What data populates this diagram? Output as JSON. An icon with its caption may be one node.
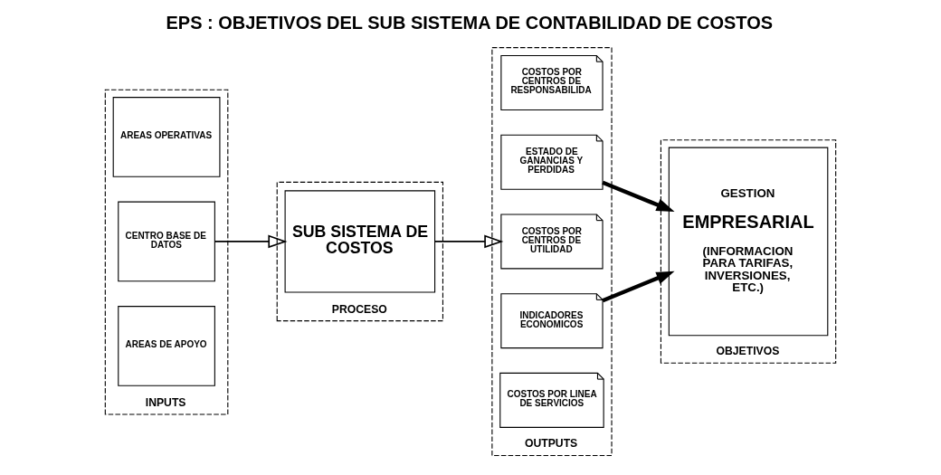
{
  "diagram": {
    "title": "EPS : OBJETIVOS DEL SUB SISTEMA DE CONTABILIDAD DE COSTOS",
    "nodes": [
      {
        "text": [
          "INPUTS"
        ]
      },
      {
        "text": [
          "AREAS OPERATIVAS"
        ],
        "in": 0
      },
      {
        "text": [
          "CENTRO BASE DE DATOS"
        ],
        "in": 0
      },
      {
        "text": [
          "AREAS DE APOYO"
        ],
        "in": 0
      },
      {
        "text": [
          "PROCESO"
        ]
      },
      {
        "text": [
          "SUB SISTEMA DE COSTOS"
        ],
        "in": 4
      },
      {
        "text": [
          "OUTPUTS"
        ]
      },
      {
        "text": [
          "COSTOS POR CENTROS DE RESPONSABILIDA"
        ],
        "in": 6
      },
      {
        "text": [
          "ESTADO DE GANANCIAS Y PERDIDAS"
        ],
        "in": 6
      },
      {
        "text": [
          "COSTOS POR CENTROS DE UTILIDAD"
        ],
        "in": 6
      },
      {
        "text": [
          "INDICADORES ECONOMICOS"
        ],
        "in": 6
      },
      {
        "text": [
          "COSTOS POR LINEA DE SERVICIOS"
        ],
        "in": 6
      },
      {
        "text": [
          "OBJETIVOS"
        ]
      },
      {
        "text": [
          "GESTION",
          "EMPRESARIAL",
          "(INFORMACION PARA TARIFAS, INVERSIONES, ETC.)"
        ],
        "in": 12
      }
    ],
    "edges": [
      {
        "from": 2,
        "to": 5,
        "arrow": "to"
      },
      {
        "from": 5,
        "to": 9,
        "arrow": "to"
      },
      {
        "from": 8,
        "to": 13,
        "arrow": "to",
        "style": "thick"
      },
      {
        "from": 10,
        "to": 13,
        "arrow": "to",
        "style": "thick"
      }
    ]
  }
}
